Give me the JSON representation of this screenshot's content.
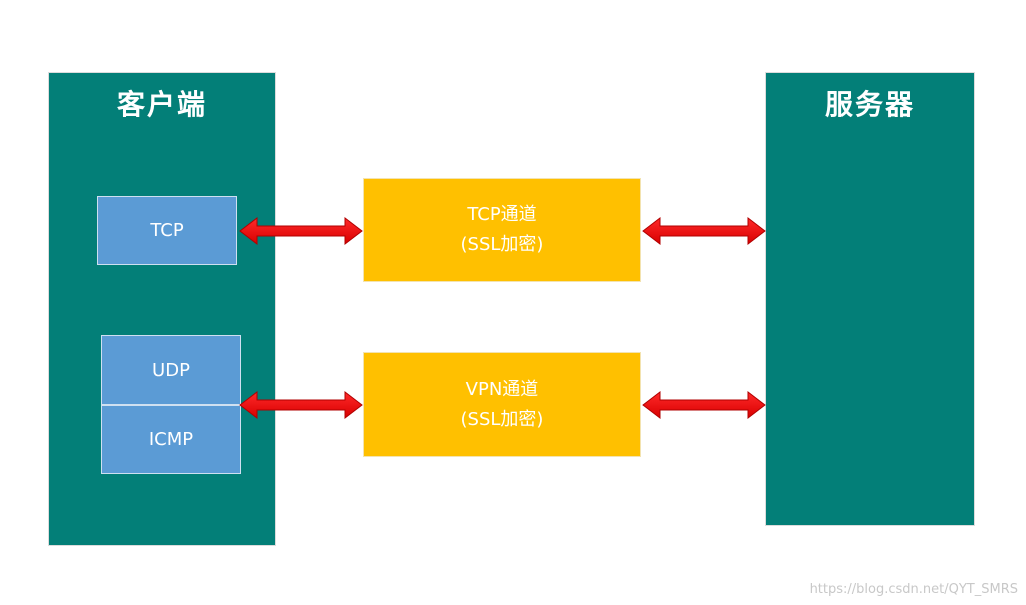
{
  "client": {
    "title": "客户端"
  },
  "server": {
    "title": "服务器"
  },
  "protocols": {
    "tcp": "TCP",
    "udp": "UDP",
    "icmp": "ICMP"
  },
  "tunnels": {
    "tcp": {
      "name": "TCP通道",
      "encryption": "(SSL加密)"
    },
    "vpn": {
      "name": "VPN通道",
      "encryption": "(SSL加密)"
    }
  },
  "colors": {
    "panel": "#037f78",
    "protocol_box": "#5b9bd5",
    "tunnel_box": "#ffc000",
    "arrow": "#ff0000"
  },
  "watermark": "https://blog.csdn.net/QYT_SMRS"
}
